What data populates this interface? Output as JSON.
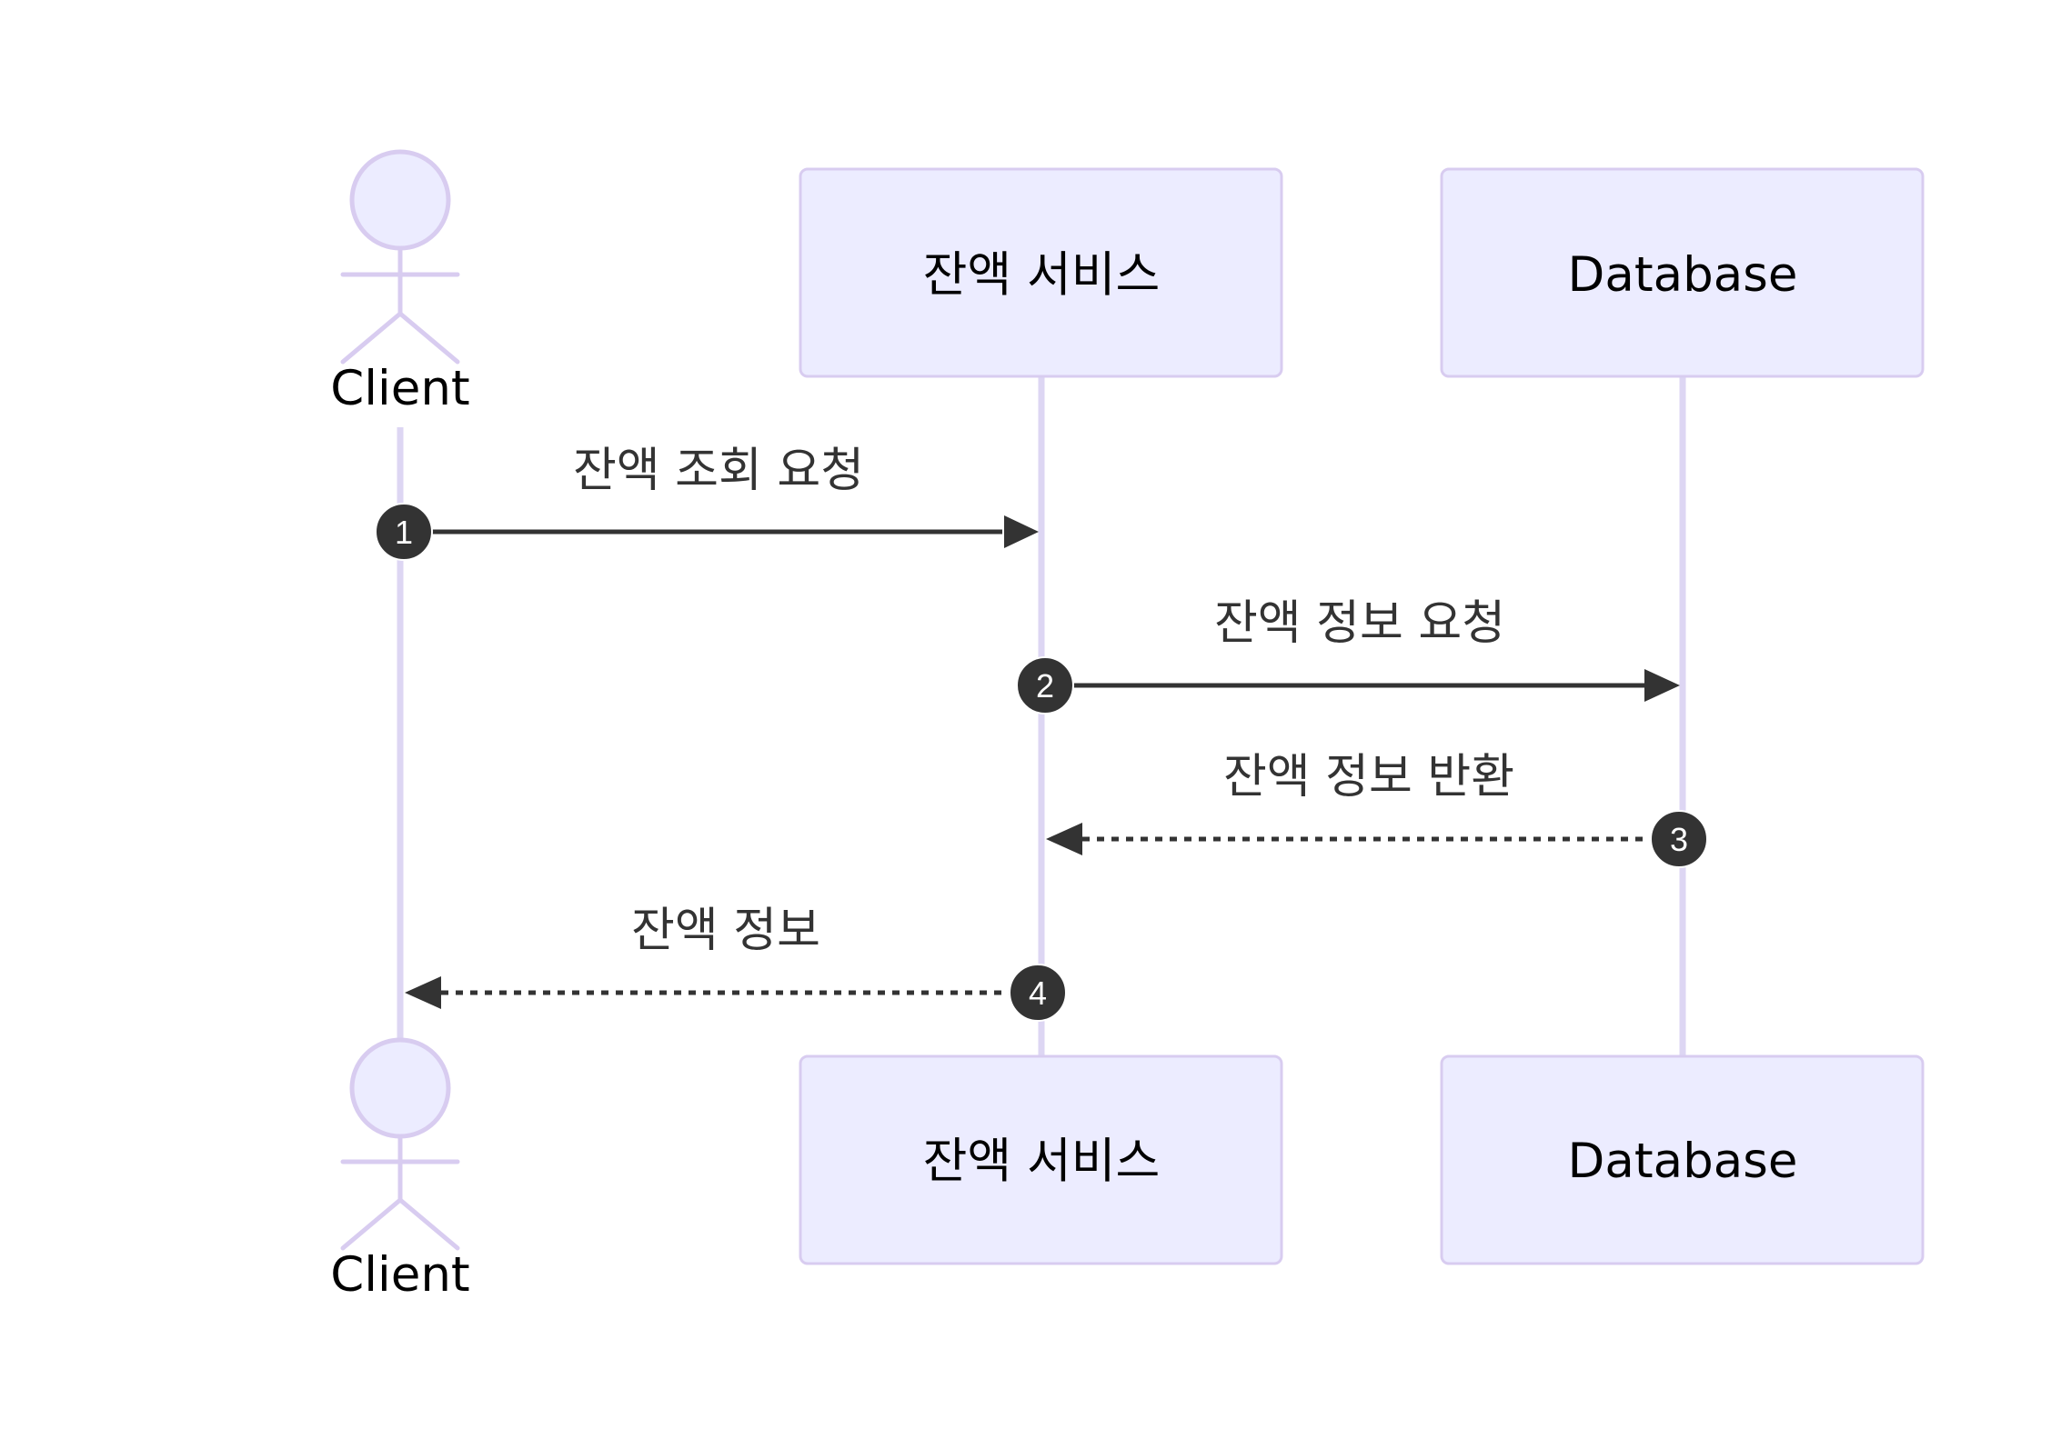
{
  "participants": {
    "client": "Client",
    "service": "잔액 서비스",
    "database": "Database"
  },
  "messages": [
    {
      "number": "1",
      "label": "잔액 조회 요청",
      "from": "client",
      "to": "service",
      "style": "solid"
    },
    {
      "number": "2",
      "label": "잔액 정보 요청",
      "from": "service",
      "to": "database",
      "style": "solid"
    },
    {
      "number": "3",
      "label": "잔액 정보 반환",
      "from": "database",
      "to": "service",
      "style": "dashed"
    },
    {
      "number": "4",
      "label": "잔액 정보",
      "from": "service",
      "to": "client",
      "style": "dashed"
    }
  ],
  "colors": {
    "participant_fill": "#ececff",
    "participant_border": "#d8ccf0",
    "arrow": "#333333"
  }
}
